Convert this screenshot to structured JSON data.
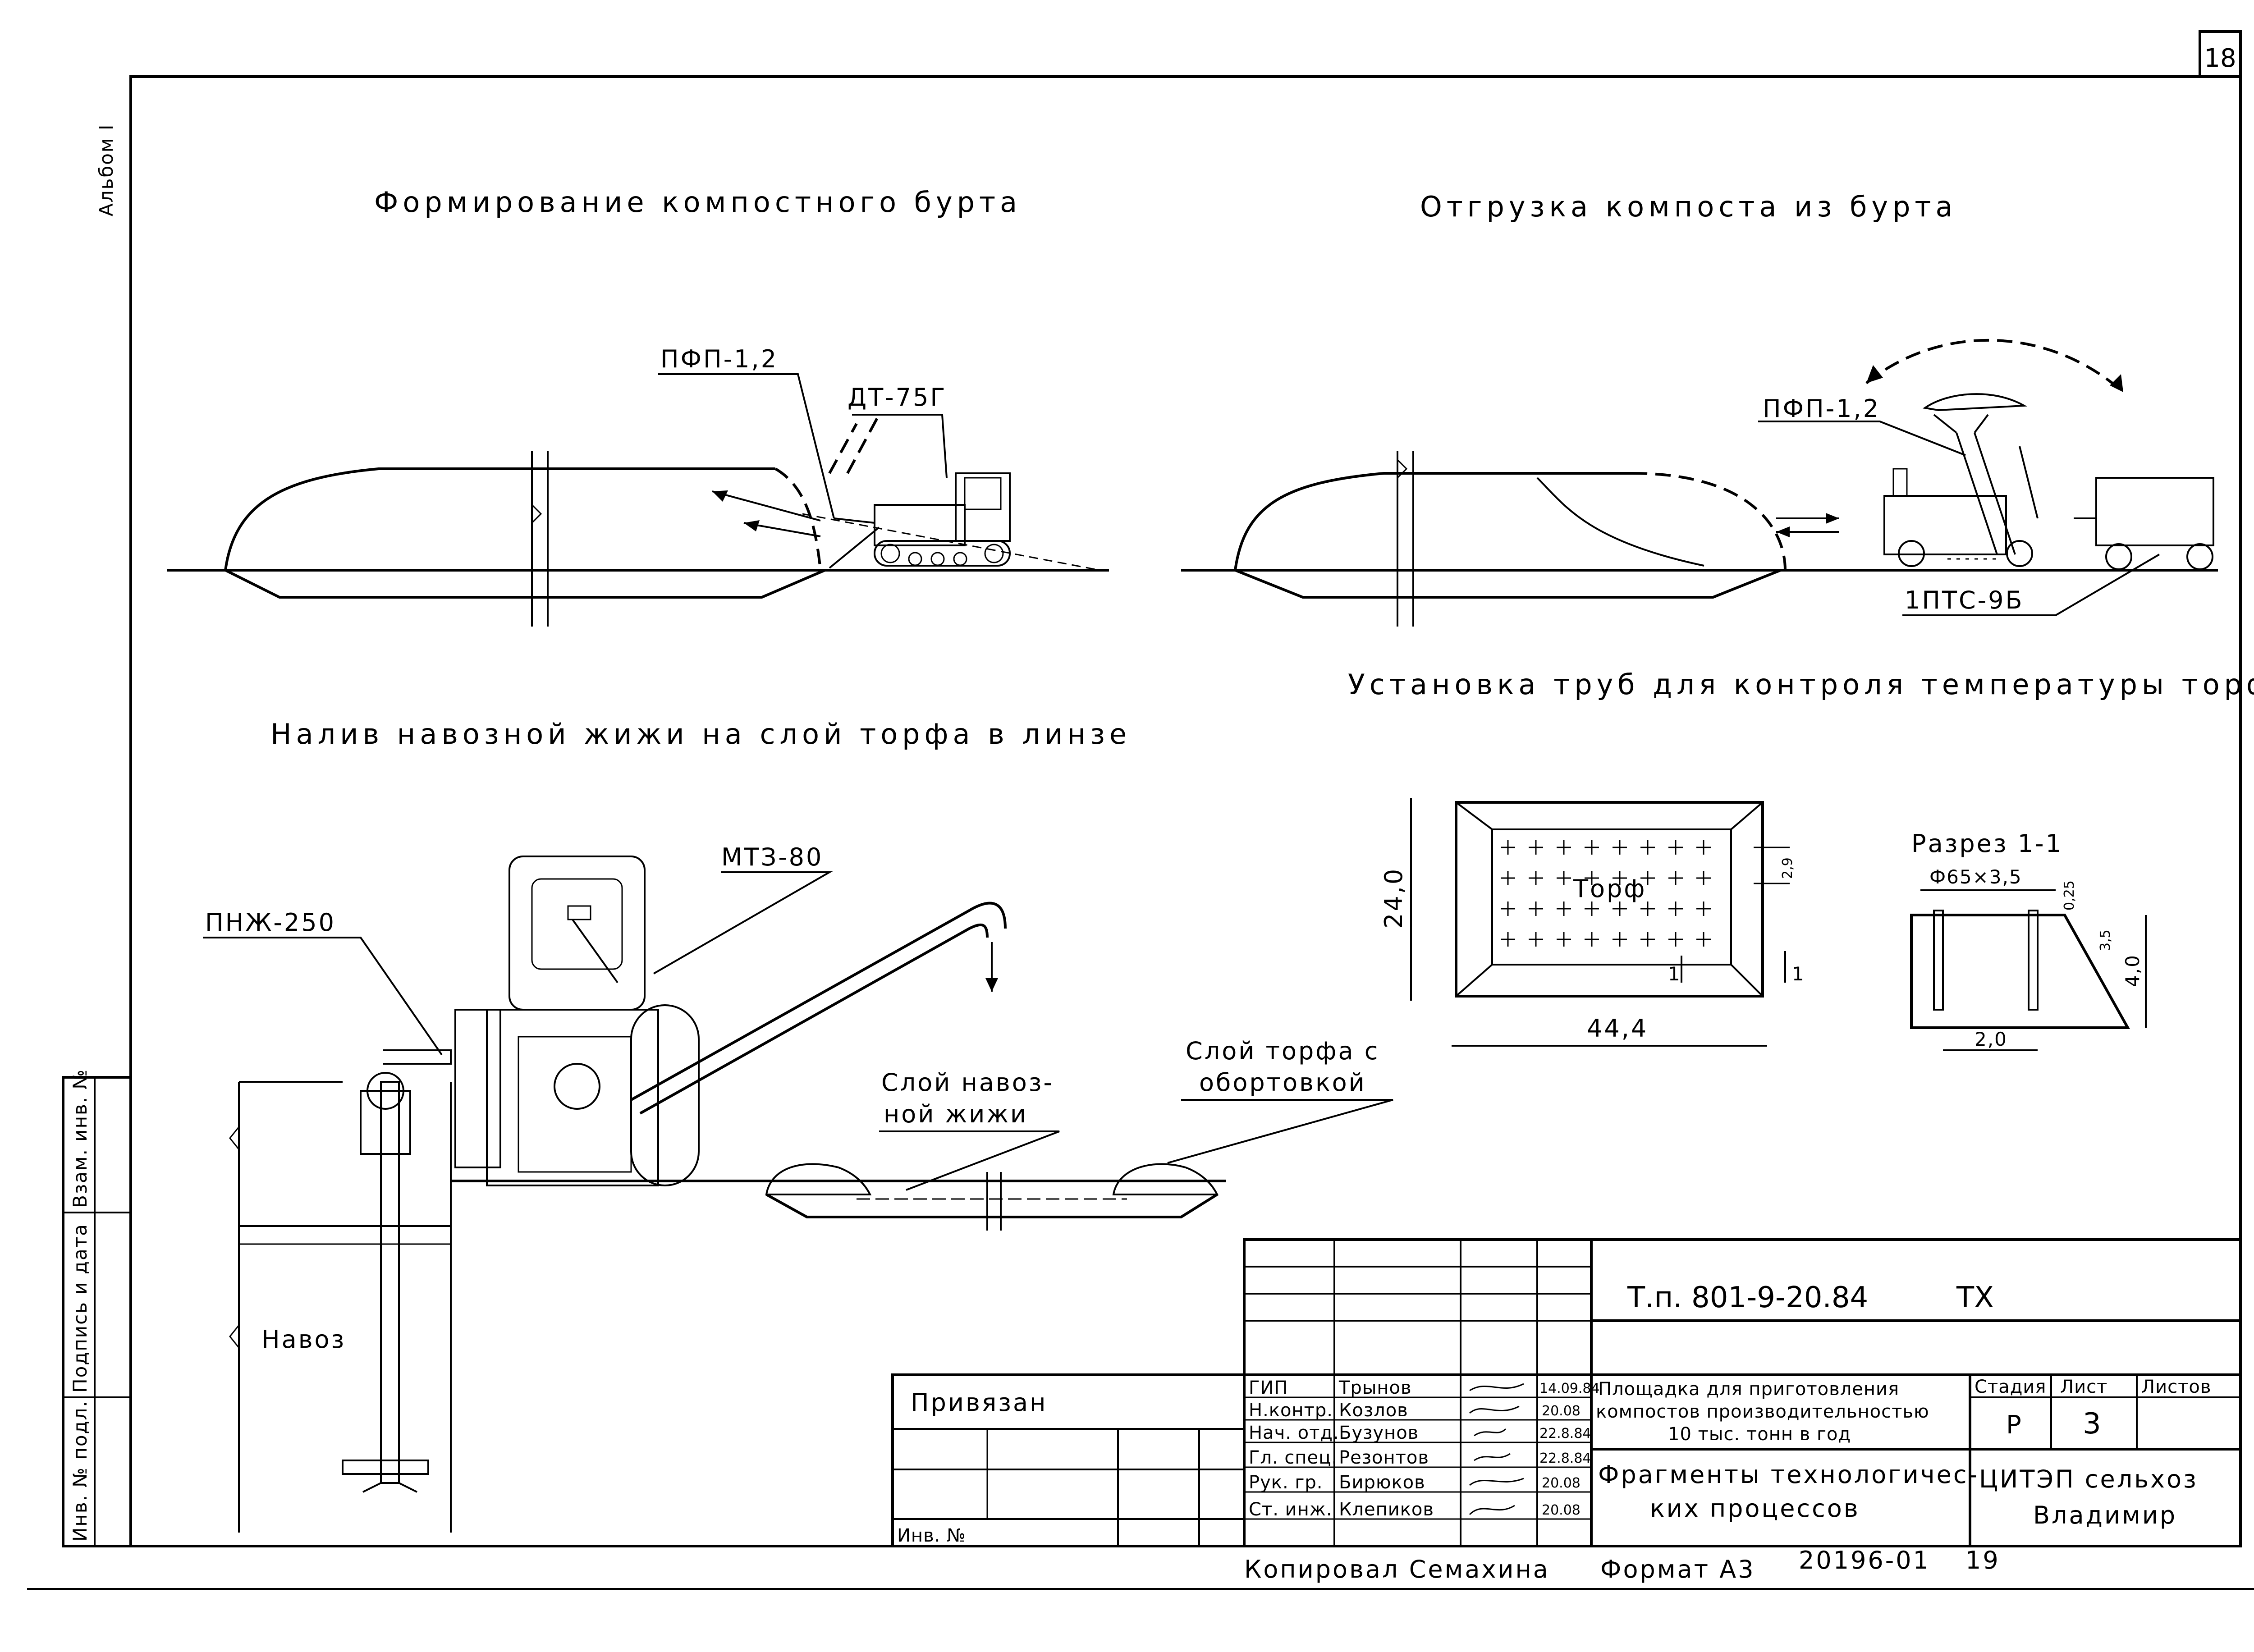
{
  "sheet": {
    "page_number": "18",
    "album": "Альбом I"
  },
  "headings": {
    "forming": "Формирование компостного бурта",
    "loading": "Отгрузка компоста из бурта",
    "pouring": "Налив навозной жижи на слой торфа в линзе",
    "pipes": "Установка труб для контроля температуры торфа"
  },
  "labels": {
    "pfp_left": "ПФП-1,2",
    "dt75": "ДТ-75Г",
    "pfp_right": "ПФП-1,2",
    "ptc": "1ПТС-9Б",
    "mtz": "МТЗ-80",
    "pnzh": "ПНЖ-250",
    "manure_layer_1": "Слой навоз-",
    "manure_layer_2": "ной жижи",
    "peat_layer_1": "Слой торфа с",
    "peat_layer_2": "обортовкой",
    "manure": "Навоз",
    "peat": "Торф",
    "section_title": "Разрез 1-1",
    "pipe_spec": "Ф65×3,5",
    "dim_24": "24,0",
    "dim_44": "44,4",
    "dim_29": "2,9",
    "dim_2": "2,0",
    "dim_4": "4,0",
    "dim_35": "3,5",
    "dim_025": "0,25",
    "mark_1a": "1",
    "mark_1b": "1"
  },
  "side_stamp": {
    "inv_orig": "Инв. № подл.",
    "sign_date": "Подпись и дата",
    "replace_inv": "Взам. инв. №"
  },
  "title_block": {
    "doc_code": "Т.п. 801-9-20.84",
    "section": "ТХ",
    "bound": "Привязан",
    "inv_no": "Инв. №",
    "roles": [
      "ГИП",
      "Н.контр.",
      "Нач. отд.",
      "Гл. спец.",
      "Рук. гр.",
      "Ст. инж."
    ],
    "names": [
      "Трынов",
      "Козлов",
      "Бузунов",
      "Резонтов",
      "Бирюков",
      "Клепиков"
    ],
    "dates": [
      "14.09.84",
      "20.08",
      "22.8.84",
      "22.8.84",
      "20.08",
      "20.08"
    ],
    "project_title": [
      "Площадка для приготовления",
      "компостов производительностью",
      "10 тыс. тонн в год"
    ],
    "drawing_title": [
      "Фрагменты технологичес-",
      "ких процессов"
    ],
    "stage_h": "Стадия",
    "sheet_h": "Лист",
    "sheets_h": "Листов",
    "stage_v": "Р",
    "sheet_v": "3",
    "org": [
      "ЦИТЭП сельхоз",
      "Владимир"
    ]
  },
  "footer": {
    "copied": "Копировал Семахина",
    "format": "Формат А3",
    "order": "20196-01",
    "page": "19"
  }
}
